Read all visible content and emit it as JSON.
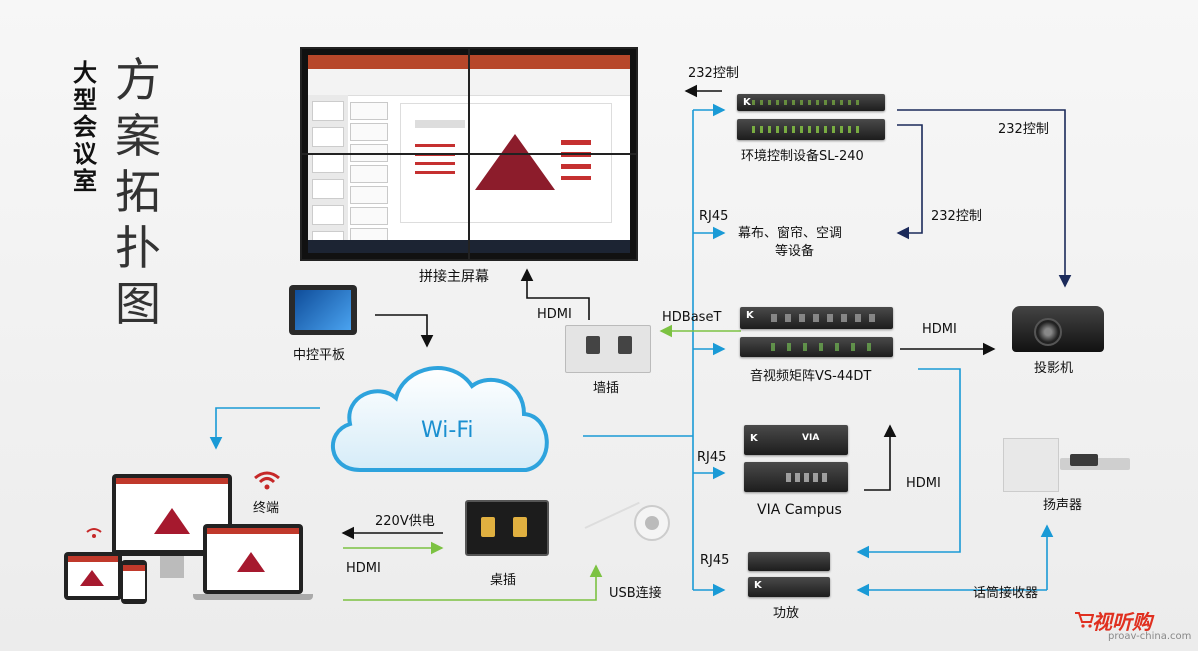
{
  "title_small": [
    "大",
    "型",
    "会",
    "议",
    "室"
  ],
  "title_big": [
    "方",
    "案",
    "拓",
    "扑",
    "图"
  ],
  "labels": {
    "splice_screen": "拼接主屏幕",
    "hdmi_wall": "HDMI",
    "wall_socket": "墙插",
    "control_tablet": "中控平板",
    "wifi": "Wi-Fi",
    "terminal": "终端",
    "power_220v": "220V供电",
    "hdmi_desk": "HDMI",
    "desk_socket": "桌插",
    "usb": "USB连接",
    "ctrl232_top": "232控制",
    "env_device": "环境控制设备SL-240",
    "ctrl232_right": "232控制",
    "ctrl232_mid": "232控制",
    "rj45_1": "RJ45",
    "curtain_line1": "幕布、窗帘、空调",
    "curtain_line2": "等设备",
    "hdbaset": "HDBaseT",
    "matrix": "音视频矩阵VS-44DT",
    "hdmi_proj": "HDMI",
    "projector": "投影机",
    "rj45_2": "RJ45",
    "via_campus": "VIA Campus",
    "hdmi_via": "HDMI",
    "speaker": "扬声器",
    "rj45_3": "RJ45",
    "amplifier": "功放",
    "mic_receiver": "话筒接收器"
  },
  "logo": {
    "brand": "视听购",
    "url": "proav-china.com"
  },
  "colors": {
    "blue": "#1a9ad6",
    "green": "#7cc242",
    "navy": "#1b2a5a",
    "black": "#111111",
    "accent": "#e03020"
  },
  "icons": [
    "wifi-icon",
    "cloud-icon",
    "cart-icon"
  ]
}
